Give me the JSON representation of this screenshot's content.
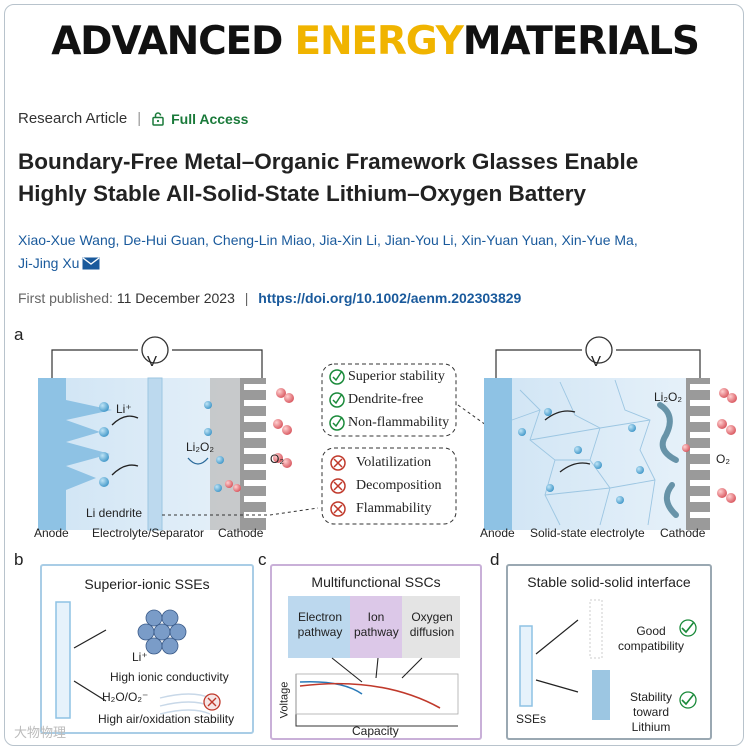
{
  "journal": {
    "part1": "ADVANCED ",
    "part2": "ENERGY",
    "part3": "MATERIALS"
  },
  "article_type": "Research Article",
  "access": "Full Access",
  "title_line1": "Boundary-Free Metal–Organic Framework Glasses Enable",
  "title_line2": "Highly Stable All-Solid-State Lithium–Oxygen Battery",
  "authors_line1": "Xiao-Xue Wang, De-Hui Guan, Cheng-Lin Miao, Jia-Xin Li, Jian-You Li, Xin-Yuan Yuan, Xin-Yue Ma,",
  "authors_line2": "Ji-Jing Xu",
  "published_label": "First published:",
  "published_date": "11 December 2023",
  "separator": "|",
  "doi": "https://doi.org/10.1002/aenm.202303829",
  "figure": {
    "panel_a": {
      "letter": "a",
      "voltmeter": "V",
      "li_plus": "Li⁺",
      "li2o2": "Li₂O₂",
      "o2": "O₂",
      "li_dendrite": "Li dendrite",
      "anode": "Anode",
      "electrolyte": "Electrolyte/Separator",
      "cathode": "Cathode",
      "good_props": [
        "Superior stability",
        "Dendrite-free",
        "Non-flammability"
      ],
      "bad_props": [
        "Volatilization",
        "Decomposition",
        "Flammability"
      ],
      "anode_r": "Anode",
      "sse": "Solid-state electrolyte",
      "cathode_r": "Cathode",
      "li2o2_r": "Li₂O₂",
      "o2_r": "O₂"
    },
    "panel_b": {
      "letter": "b",
      "title": "Superior-ionic SSEs",
      "li_plus": "Li⁺",
      "cond": "High ionic conductivity",
      "gas": "H₂O/O₂⁻",
      "stab": "High air/oxidation stability"
    },
    "panel_c": {
      "letter": "c",
      "title": "Multifunctional SSCs",
      "p1": "Electron pathway",
      "p2": "Ion pathway",
      "p3": "Oxygen diffusion",
      "ylabel": "Voltage",
      "xlabel": "Capacity"
    },
    "panel_d": {
      "letter": "d",
      "title": "Stable solid-solid interface",
      "good": "Good compatibility",
      "stab": "Stability toward Lithium",
      "sses": "SSEs"
    }
  },
  "watermark": "大物物理"
}
